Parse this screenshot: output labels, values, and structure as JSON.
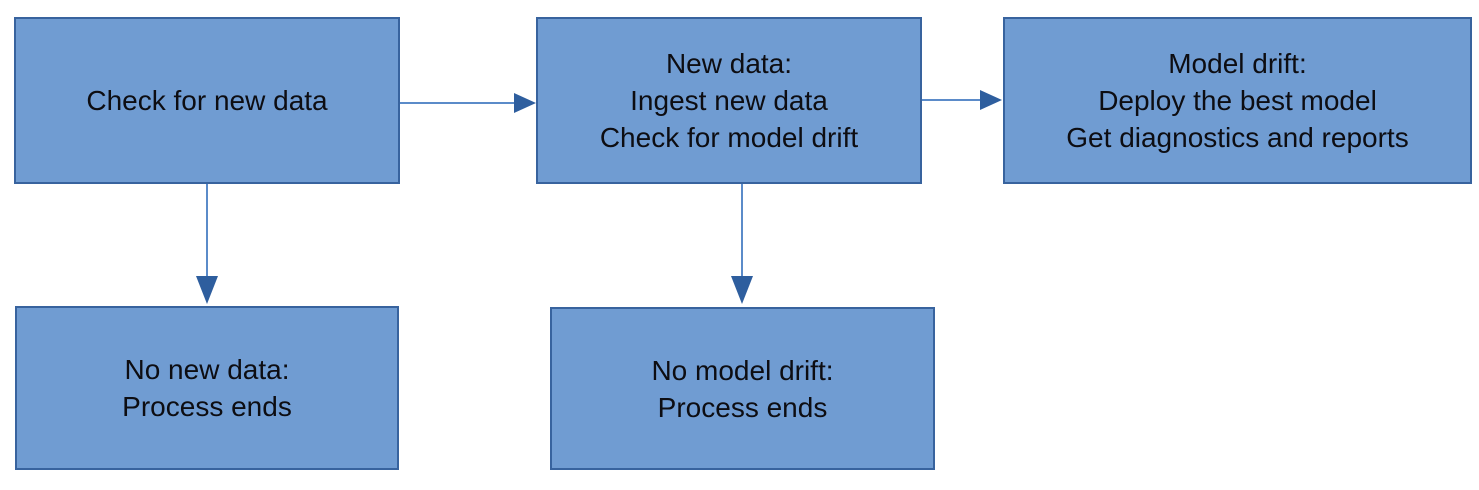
{
  "diagram": {
    "type": "flowchart",
    "nodes": [
      {
        "id": "check-new-data",
        "text": "Check for new data"
      },
      {
        "id": "new-data",
        "text": "New data:\nIngest new data\nCheck for model drift"
      },
      {
        "id": "model-drift",
        "text": "Model drift:\nDeploy the best model\nGet diagnostics and reports"
      },
      {
        "id": "no-new-data",
        "text": "No new data:\nProcess ends"
      },
      {
        "id": "no-model-drift",
        "text": "No model drift:\nProcess ends"
      }
    ],
    "edges": [
      {
        "from": "check-new-data",
        "to": "new-data",
        "direction": "right"
      },
      {
        "from": "new-data",
        "to": "model-drift",
        "direction": "right"
      },
      {
        "from": "check-new-data",
        "to": "no-new-data",
        "direction": "down"
      },
      {
        "from": "new-data",
        "to": "no-model-drift",
        "direction": "down"
      }
    ],
    "colors": {
      "node_fill": "#709CD2",
      "node_border": "#38639E",
      "arrow_line": "#5B8BC9",
      "arrow_head": "#2E5E9E",
      "text": "#0d0d12",
      "background": "#ffffff"
    }
  }
}
